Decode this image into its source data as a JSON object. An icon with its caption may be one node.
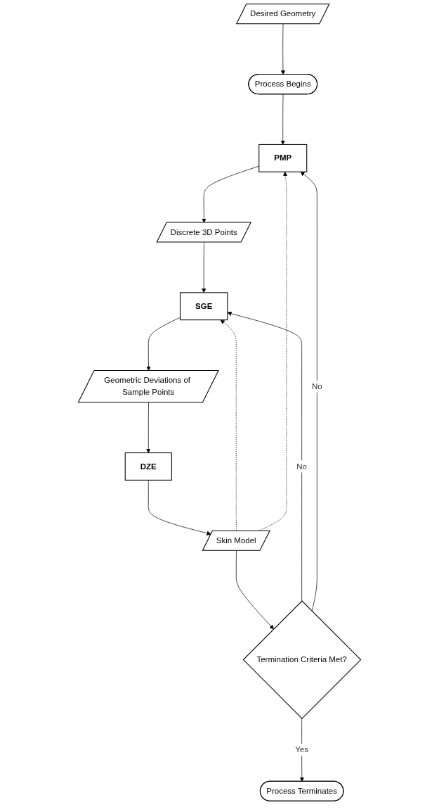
{
  "diagram": {
    "nodes": [
      {
        "text": [
          "Desired Geometry"
        ]
      },
      {
        "text": [
          "Process Begins"
        ]
      },
      {
        "text": [
          "PMP"
        ]
      },
      {
        "text": [
          "Discrete 3D Points"
        ]
      },
      {
        "text": [
          "SGE"
        ]
      },
      {
        "text": [
          "Geometric Deviations of Sample Points"
        ]
      },
      {
        "text": [
          "DZE"
        ]
      },
      {
        "text": [
          "Skin Model"
        ]
      },
      {
        "text": [
          "Termination Criteria Met?"
        ]
      },
      {
        "text": [
          "Process Terminates"
        ]
      }
    ],
    "edges": [
      {
        "from": 0,
        "to": 1,
        "arrow": "to"
      },
      {
        "from": 1,
        "to": 2,
        "arrow": "to"
      },
      {
        "from": 2,
        "to": 3,
        "arrow": "to"
      },
      {
        "from": 3,
        "to": 4,
        "arrow": "to"
      },
      {
        "from": 4,
        "to": 5,
        "arrow": "to"
      },
      {
        "from": 5,
        "to": 6,
        "arrow": "to"
      },
      {
        "from": 6,
        "to": 7,
        "arrow": "to"
      },
      {
        "from": 7,
        "to": 8,
        "arrow": "to"
      },
      {
        "from": 8,
        "to": 9,
        "label": "Yes",
        "arrow": "to"
      },
      {
        "from": 8,
        "to": 4,
        "label": "No",
        "arrow": "to"
      },
      {
        "from": 8,
        "to": 2,
        "label": "No",
        "arrow": "to"
      },
      {
        "from": 7,
        "to": 4,
        "arrow": "to",
        "style": "dashed"
      },
      {
        "from": 7,
        "to": 2,
        "arrow": "to",
        "style": "dashed"
      }
    ]
  }
}
